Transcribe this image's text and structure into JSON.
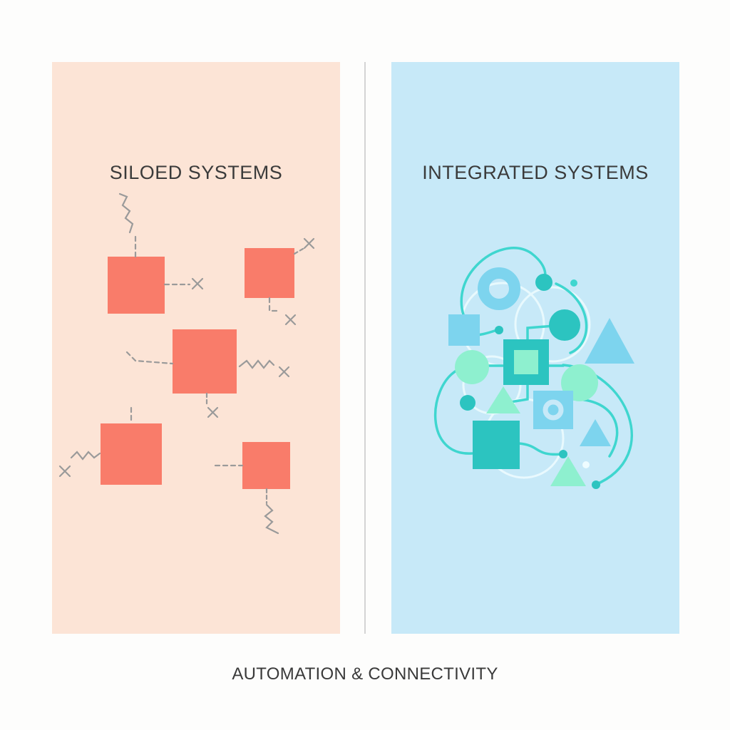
{
  "left_panel": {
    "title": "SILOED SYSTEMS",
    "background": "#fce4d6",
    "block_color": "#f97c6a",
    "connector_color": "#9a9a9a"
  },
  "right_panel": {
    "title": "INTEGRATED SYSTEMS",
    "background": "#c7e9f8",
    "accent_colors": [
      "#2cc4c0",
      "#7dd4ee",
      "#8ef0cf",
      "#3fd6cf"
    ]
  },
  "caption": "AUTOMATION & CONNECTIVITY",
  "icons": {
    "broken_link_marker": "x-mark-icon",
    "wavy_connector": "zigzag-icon"
  }
}
